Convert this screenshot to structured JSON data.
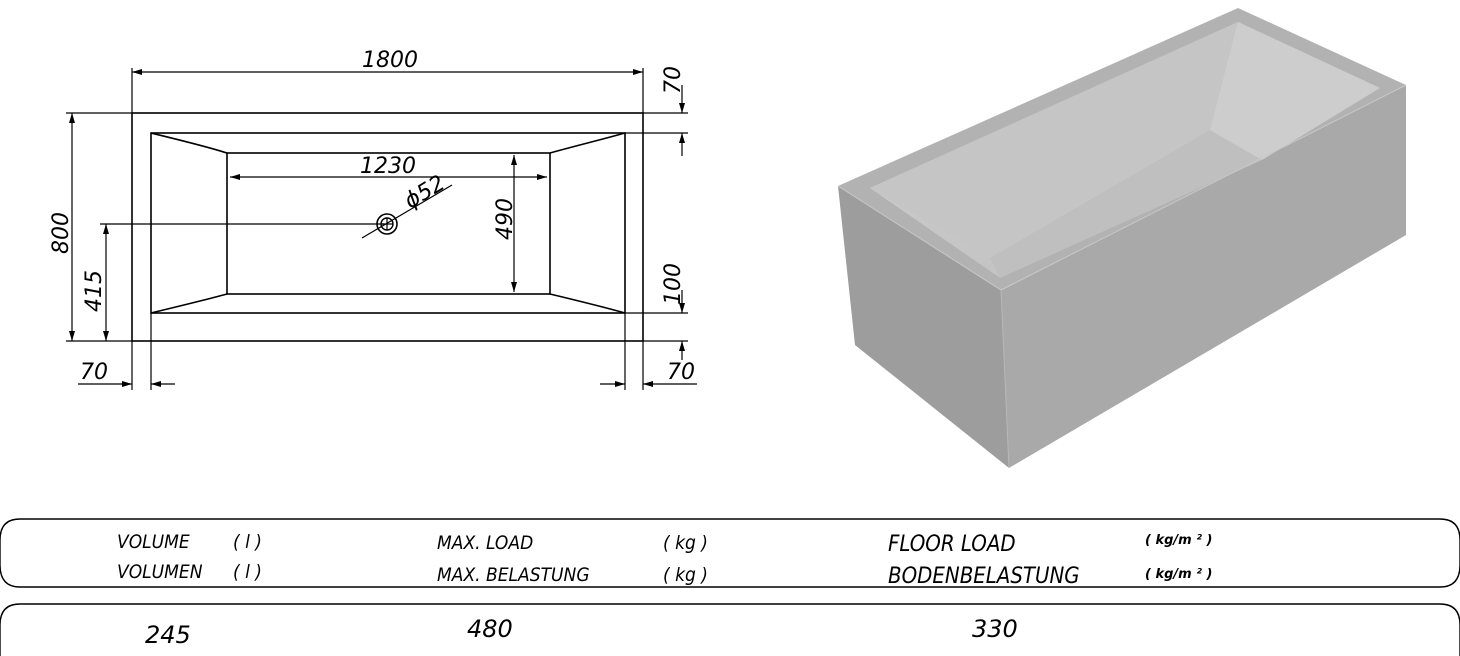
{
  "drawing": {
    "overall_length": "1800",
    "overall_width": "800",
    "inner_length": "1230",
    "inner_width": "490",
    "drain_diameter": "ϕ52",
    "drain_offset": "415",
    "rim_top": "70",
    "rim_bottom": "100",
    "rim_left": "70",
    "rim_right": "70"
  },
  "specs": {
    "volume_en": "VOLUME",
    "volume_de": "VOLUMEN",
    "volume_unit": "( l )",
    "load_en": "MAX. LOAD",
    "load_de": "MAX. BELASTUNG",
    "load_unit": "( kg )",
    "floor_en": "FLOOR LOAD",
    "floor_de": "BODENBELASTUNG",
    "floor_unit_en": "( kg/m ² )",
    "floor_unit_de": "( kg/m ² )",
    "volume_value": "245",
    "load_value": "480",
    "floor_value": "330"
  },
  "colors": {
    "line": "#000000",
    "tub_front": "#9c9c9c",
    "tub_side": "#aaaaaa",
    "tub_rim": "#b4b4b4",
    "tub_inner": "#c8c8c8"
  }
}
